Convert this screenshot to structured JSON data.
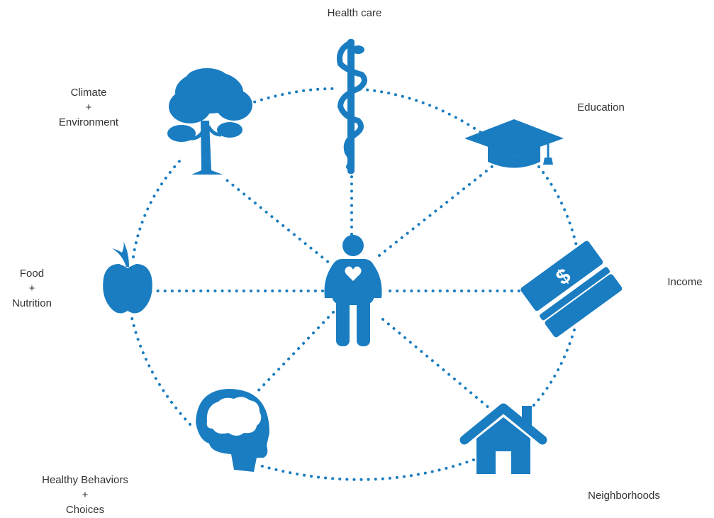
{
  "colors": {
    "accent": "#1a7dc1",
    "text": "#333333",
    "background": "#ffffff"
  },
  "center": {
    "icon": "person-with-heart-icon"
  },
  "nodes": {
    "health_care": {
      "icon": "caduceus-icon",
      "label_lines": [
        "Health care"
      ]
    },
    "education": {
      "icon": "graduation-cap-icon",
      "label_lines": [
        "Education"
      ]
    },
    "income": {
      "icon": "money-stack-icon",
      "label_lines": [
        "Income"
      ]
    },
    "neighborhoods": {
      "icon": "house-icon",
      "label_lines": [
        "Neighborhoods"
      ]
    },
    "behaviors": {
      "icon": "head-brain-icon",
      "label_lines": [
        "Healthy Behaviors",
        "+",
        "Choices"
      ]
    },
    "food": {
      "icon": "apple-icon",
      "label_lines": [
        "Food",
        "+",
        "Nutrition"
      ]
    },
    "climate": {
      "icon": "tree-icon",
      "label_lines": [
        "Climate",
        "+",
        "Environment"
      ]
    }
  }
}
